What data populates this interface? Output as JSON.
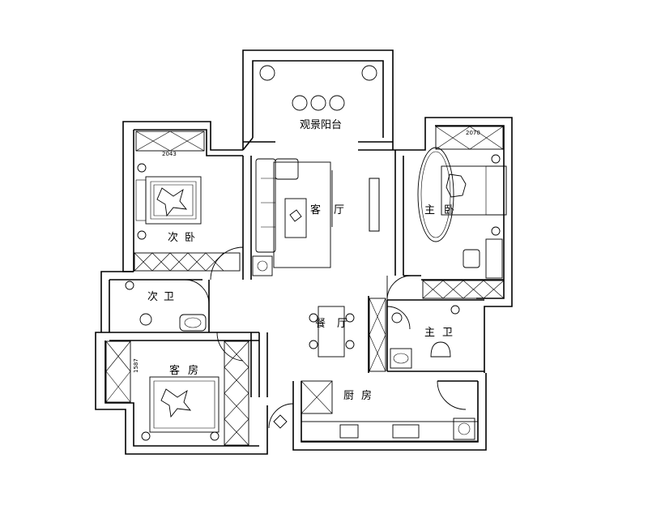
{
  "rooms": {
    "balcony": "观景阳台",
    "living": "客",
    "living2": "厅",
    "master_bed": "主",
    "master_bed2": "卧",
    "second_bed": "次",
    "second_bed2": "卧",
    "second_bath": "次",
    "second_bath2": "卫",
    "master_bath": "主",
    "master_bath2": "卫",
    "dining": "餐",
    "dining2": "厅",
    "guest": "客",
    "guest2": "房",
    "kitchen": "厨",
    "kitchen2": "房"
  },
  "dimensions": {
    "second_bed_wardrobe": "2043",
    "master_wardrobe": "2070",
    "guest_wardrobe": "1587"
  }
}
